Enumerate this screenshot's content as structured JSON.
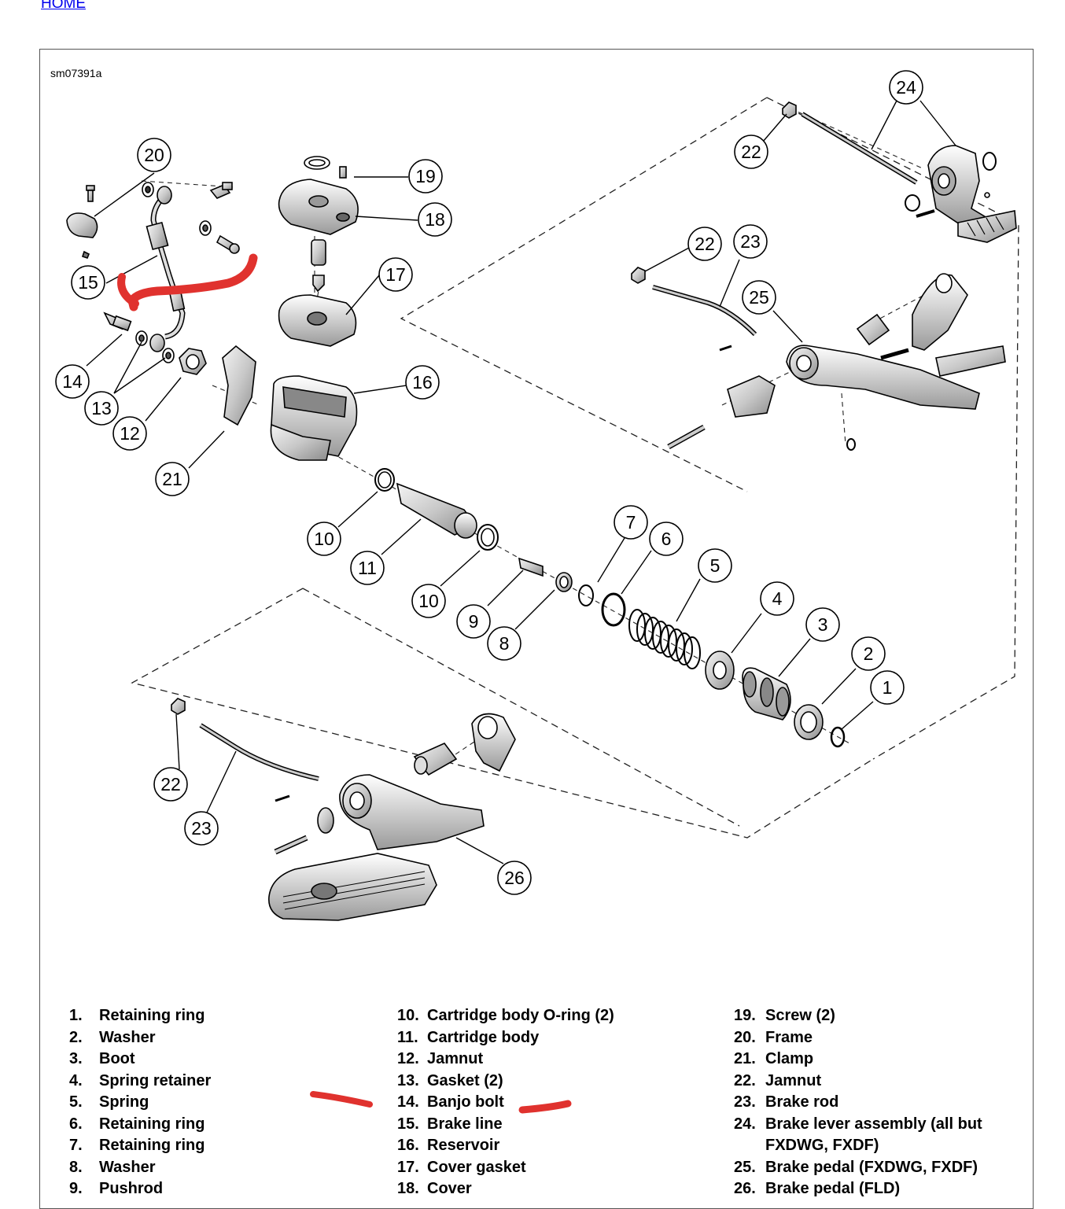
{
  "nav": {
    "home_label": "HOME"
  },
  "figure": {
    "id": "sm07391a",
    "callouts": [
      "1",
      "2",
      "3",
      "4",
      "5",
      "6",
      "7",
      "8",
      "9",
      "10",
      "11",
      "12",
      "13",
      "14",
      "15",
      "16",
      "17",
      "18",
      "19",
      "20",
      "21",
      "22",
      "23",
      "24",
      "25",
      "26"
    ]
  },
  "legend": {
    "col1": [
      {
        "num": "1.",
        "label": "Retaining ring"
      },
      {
        "num": "2.",
        "label": "Washer"
      },
      {
        "num": "3.",
        "label": "Boot"
      },
      {
        "num": "4.",
        "label": "Spring retainer"
      },
      {
        "num": "5.",
        "label": "Spring"
      },
      {
        "num": "6.",
        "label": "Retaining ring"
      },
      {
        "num": "7.",
        "label": "Retaining ring"
      },
      {
        "num": "8.",
        "label": "Washer"
      },
      {
        "num": "9.",
        "label": "Pushrod"
      }
    ],
    "col2": [
      {
        "num": "10.",
        "label": "Cartridge body O-ring (2)"
      },
      {
        "num": "11.",
        "label": "Cartridge body"
      },
      {
        "num": "12.",
        "label": "Jamnut"
      },
      {
        "num": "13.",
        "label": "Gasket (2)"
      },
      {
        "num": "14.",
        "label": "Banjo bolt"
      },
      {
        "num": "15.",
        "label": "Brake line"
      },
      {
        "num": "16.",
        "label": "Reservoir"
      },
      {
        "num": "17.",
        "label": "Cover gasket"
      },
      {
        "num": "18.",
        "label": "Cover"
      }
    ],
    "col3": [
      {
        "num": "19.",
        "label": "Screw (2)"
      },
      {
        "num": "20.",
        "label": "Frame"
      },
      {
        "num": "21.",
        "label": "Clamp"
      },
      {
        "num": "22.",
        "label": "Jamnut"
      },
      {
        "num": "23.",
        "label": "Brake rod"
      },
      {
        "num": "24.",
        "label": "Brake lever assembly (all but"
      },
      {
        "num": "",
        "label": "FXDWG, FXDF)"
      },
      {
        "num": "25.",
        "label": "Brake pedal (FXDWG, FXDF)"
      },
      {
        "num": "26.",
        "label": "Brake pedal (FLD)"
      }
    ]
  },
  "annotation_color": "#e0322e"
}
